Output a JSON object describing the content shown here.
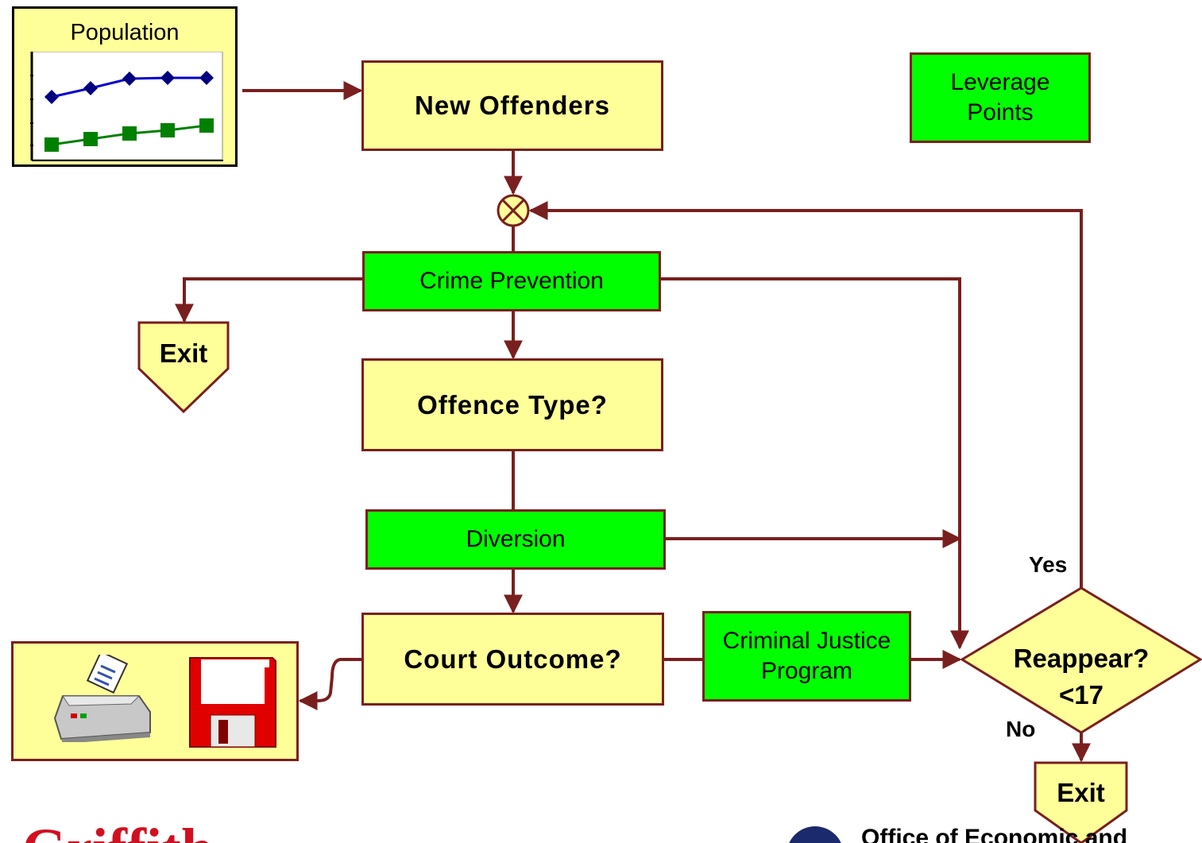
{
  "population_chart": {
    "title": "Population"
  },
  "nodes": {
    "new_offenders": "New Offenders",
    "leverage_points": [
      "Leverage",
      "Points"
    ],
    "crime_prevention": "Crime Prevention",
    "exit_left": "Exit",
    "offence_type": "Offence Type?",
    "diversion": "Diversion",
    "court_outcome": "Court Outcome?",
    "criminal_justice_program": [
      "Criminal Justice",
      "Program"
    ],
    "reappear": [
      "Reappear?",
      "<17"
    ],
    "exit_bottom": "Exit"
  },
  "edge_labels": {
    "yes": "Yes",
    "no": "No"
  },
  "footer": {
    "left_logo_text": "Griffith",
    "right_logo_text": "Office of Economic and"
  },
  "icons": [
    "printer-icon",
    "floppy-disk-icon",
    "junction-x-icon"
  ],
  "colors": {
    "yellow_fill": "#ffff99",
    "green_fill": "#00ff00",
    "edge": "#7a1f1f",
    "series_1": "#0000aa",
    "series_2": "#008000"
  }
}
